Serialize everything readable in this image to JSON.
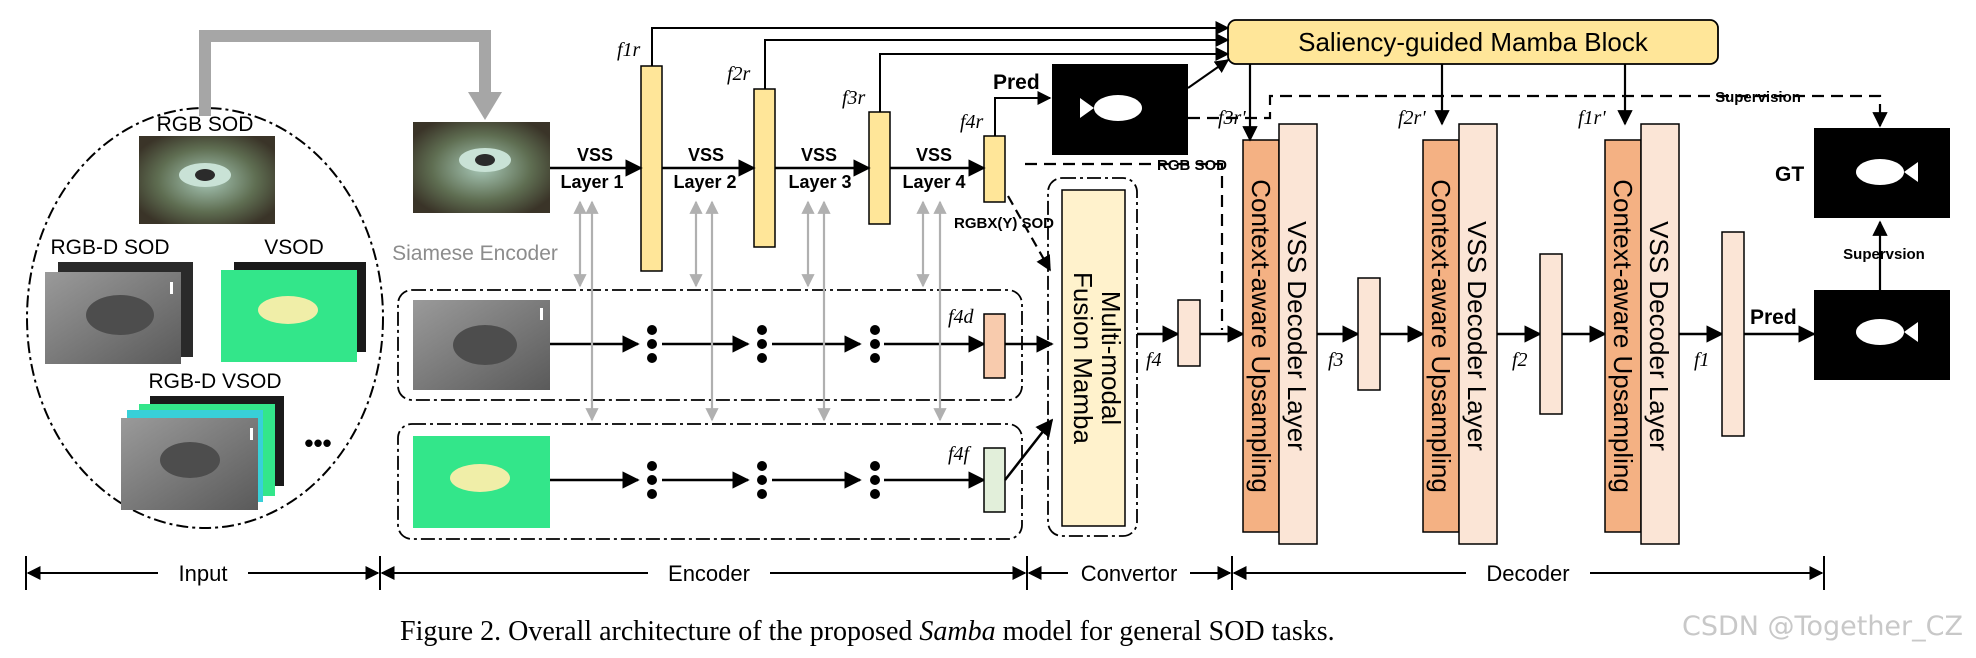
{
  "input": {
    "rgb_sod": "RGB SOD",
    "rgbd_sod": "RGB-D SOD",
    "vsod": "VSOD",
    "rgbd_vsod": "RGB-D VSOD",
    "ellipsis": "•••"
  },
  "encoder": {
    "siamese_label": "Siamese Encoder",
    "vss": "VSS",
    "layers": [
      "Layer 1",
      "Layer 2",
      "Layer 3",
      "Layer 4"
    ],
    "features_r": [
      "f1r",
      "f2r",
      "f3r",
      "f4r"
    ],
    "feature_d": "f4d",
    "feature_f": "f4f",
    "pred": "Pred",
    "rgb_sod_tag": "RGB SOD",
    "rgbx_tag": "RGBX(Y) SOD"
  },
  "mamba_block": {
    "label": "Saliency-guided Mamba Block"
  },
  "convertor": {
    "line1": "Multi-modal",
    "line2": "Fusion Mamba",
    "feature": "f4"
  },
  "decoder": {
    "cau": "Context-aware Upsampling",
    "vss_dec": "VSS Decoder Layer",
    "features_prime": [
      "f3r'",
      "f2r'",
      "f1r'"
    ],
    "features": [
      "f3",
      "f2",
      "f1"
    ],
    "supervision": "Supervision",
    "supervision2": "Supervsion",
    "gt": "GT",
    "pred": "Pred"
  },
  "bottom_axis": {
    "input": "Input",
    "encoder": "Encoder",
    "convertor": "Convertor",
    "decoder": "Decoder"
  },
  "caption": {
    "prefix": "Figure 2. Overall architecture of the proposed ",
    "model": "Samba",
    "suffix": " model for general SOD tasks."
  },
  "watermark": "CSDN @Together_CZ",
  "colors": {
    "encoder_block": "#ffe699",
    "mamba_block": "#ffe699",
    "cau_block": "#f4b183",
    "vss_dec_block": "#fbe5d6",
    "feature_block": "#fbe5d6",
    "f4d_block": "#f8cbad",
    "f4f_block": "#e2efda",
    "convertor_block": "#fff2cc",
    "depth_gray": "#7f7f7f",
    "flow_green": "#33e68a",
    "thick_arrow": "#a6a6a6"
  }
}
